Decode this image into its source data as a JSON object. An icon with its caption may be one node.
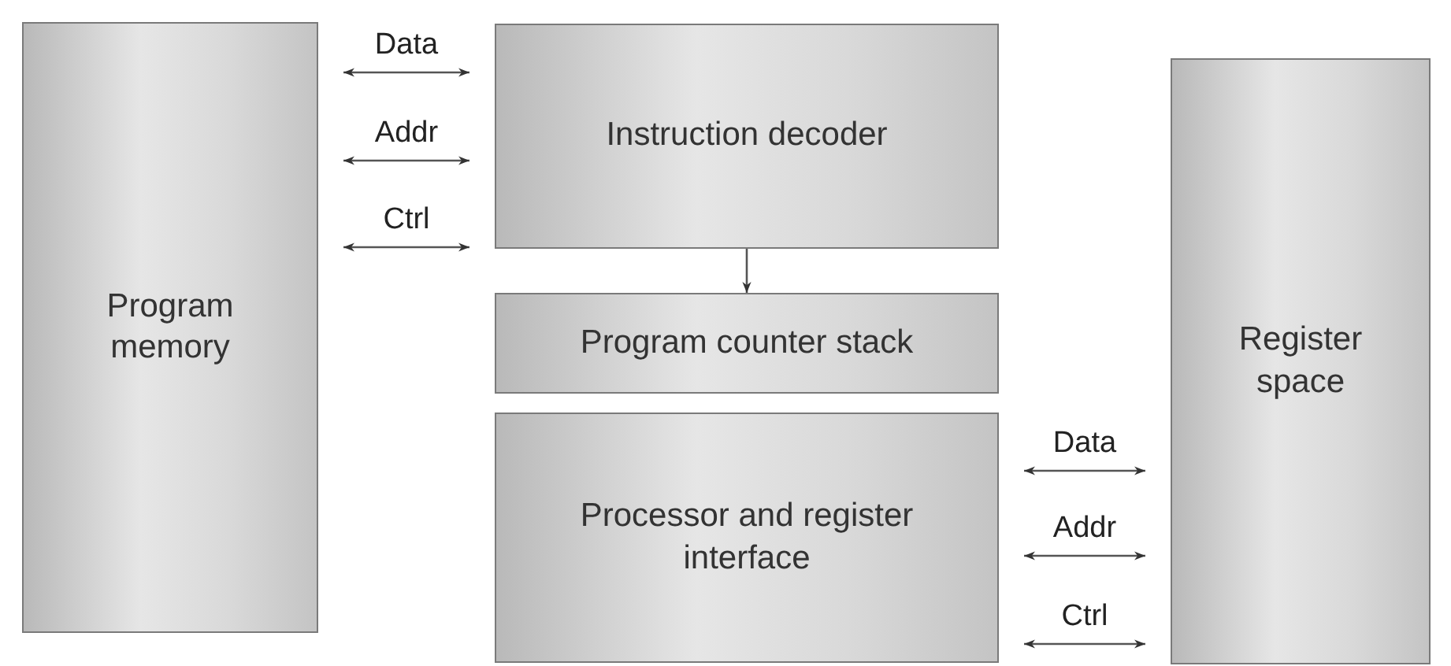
{
  "diagram": {
    "nodes": [
      {
        "text": [
          "Program memory"
        ]
      },
      {
        "text": [
          "Instruction decoder"
        ]
      },
      {
        "text": [
          "Program counter stack"
        ]
      },
      {
        "text": [
          "Processor and register interface"
        ]
      },
      {
        "text": [
          "Register space"
        ]
      }
    ],
    "edges": [
      {
        "from": 0,
        "to": 1,
        "arrow": "both",
        "label": "Data"
      },
      {
        "from": 0,
        "to": 1,
        "arrow": "both",
        "label": "Addr"
      },
      {
        "from": 0,
        "to": 1,
        "arrow": "both",
        "label": "Ctrl"
      },
      {
        "from": 1,
        "to": 2,
        "arrow": "to"
      },
      {
        "from": 3,
        "to": 4,
        "arrow": "both",
        "label": "Data"
      },
      {
        "from": 3,
        "to": 4,
        "arrow": "both",
        "label": "Addr"
      },
      {
        "from": 3,
        "to": 4,
        "arrow": "both",
        "label": "Ctrl"
      }
    ]
  }
}
